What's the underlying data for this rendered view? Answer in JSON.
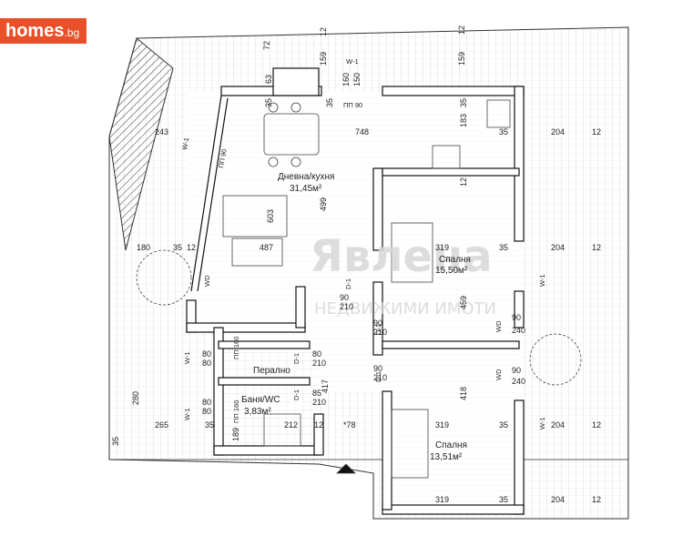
{
  "logo": {
    "name": "homes",
    "tld": ".bg"
  },
  "watermark": {
    "brand": "Явлена",
    "subtitle": "НЕДВИЖИМИ ИМОТИ"
  },
  "rooms": {
    "living": {
      "name": "Дневна/кухня",
      "area": "31,45м²"
    },
    "bedroom1": {
      "name": "Спалня",
      "area": "15,50м²"
    },
    "laundry": {
      "name": "Перално"
    },
    "bath": {
      "name": "Баня/WC",
      "area": "3,83м²"
    },
    "bedroom2": {
      "name": "Спалня",
      "area": "13,51м²"
    }
  },
  "tags": {
    "pp90_top": "ПП 90",
    "pp90_left": "ПП 90",
    "pp160": "ПП 160",
    "w1": "W-1",
    "d1": "D-1",
    "wd": "WD"
  },
  "dims": {
    "d72": "72",
    "d63": "63",
    "d35": "35",
    "d159": "159",
    "d12": "12",
    "d160": "160",
    "d150": "150",
    "d243": "243",
    "d748": "748",
    "d183": "183",
    "d204": "204",
    "d499": "499",
    "d603": "603",
    "d180": "180",
    "d487": "487",
    "d319": "319",
    "d459": "459",
    "d90": "90",
    "d210": "210",
    "d80": "80",
    "d417": "417",
    "d240": "240",
    "d85": "85",
    "d280": "280",
    "d265": "265",
    "d212": "212",
    "d78": "*78",
    "d418": "418",
    "d189": "189",
    "d240b": "240"
  }
}
